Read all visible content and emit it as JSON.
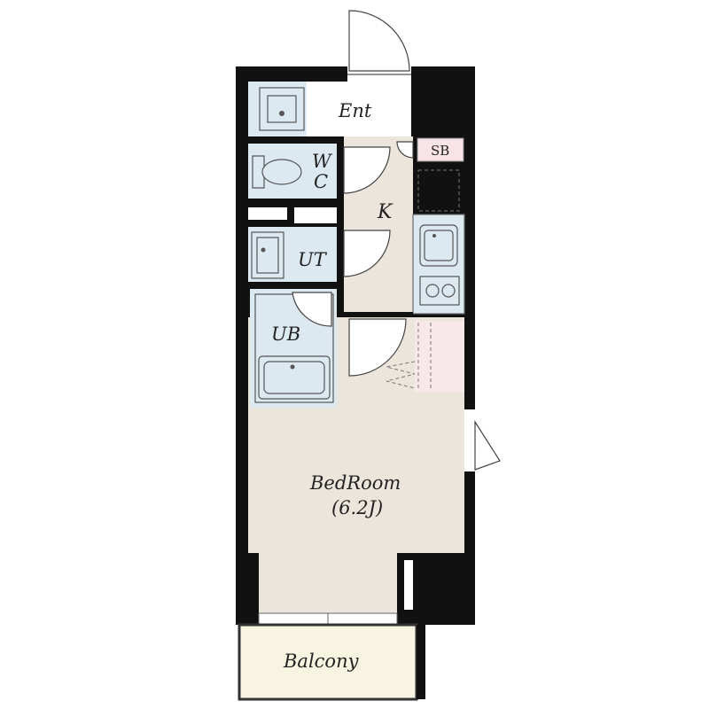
{
  "rooms": {
    "entrance": "Ent",
    "shoe_box": "SB",
    "toilet_w": "W",
    "toilet_c": "C",
    "kitchen": "K",
    "utility": "UT",
    "unit_bath": "UB",
    "bedroom": "BedRoom",
    "bedroom_size": "(6.2J)",
    "balcony": "Balcony"
  },
  "colors": {
    "wall": "#111111",
    "floor": "#ece5dc",
    "wet_area": "#dce9f0",
    "balcony": "#f7f5e2",
    "shoe_box": "#f8e3e6",
    "closet": "#f8e8ea"
  }
}
